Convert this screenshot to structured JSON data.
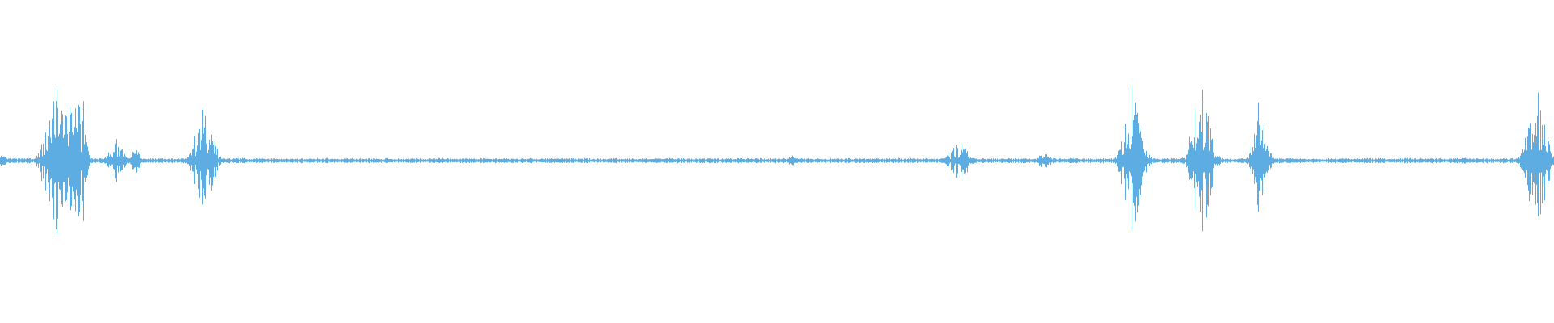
{
  "waveform": {
    "color": "#5dade2",
    "background": "#ffffff",
    "baseline_level": 0.012,
    "bursts": [
      {
        "center": 0.0,
        "spread": 0.004,
        "peak": 0.04,
        "noise": 0.6
      },
      {
        "center": 0.035,
        "spread": 0.005,
        "peak": 0.58,
        "noise": 0.85
      },
      {
        "center": 0.042,
        "spread": 0.005,
        "peak": 0.44,
        "noise": 0.85
      },
      {
        "center": 0.051,
        "spread": 0.003,
        "peak": 0.62,
        "noise": 0.9
      },
      {
        "center": 0.075,
        "spread": 0.004,
        "peak": 0.14,
        "noise": 0.8
      },
      {
        "center": 0.087,
        "spread": 0.003,
        "peak": 0.08,
        "noise": 0.8
      },
      {
        "center": 0.131,
        "spread": 0.005,
        "peak": 0.36,
        "noise": 0.85
      },
      {
        "center": 0.509,
        "spread": 0.002,
        "peak": 0.05,
        "noise": 0.8
      },
      {
        "center": 0.617,
        "spread": 0.005,
        "peak": 0.14,
        "noise": 0.85
      },
      {
        "center": 0.672,
        "spread": 0.004,
        "peak": 0.05,
        "noise": 0.8
      },
      {
        "center": 0.729,
        "spread": 0.005,
        "peak": 0.5,
        "noise": 0.85
      },
      {
        "center": 0.773,
        "spread": 0.005,
        "peak": 0.55,
        "noise": 0.85
      },
      {
        "center": 0.81,
        "spread": 0.004,
        "peak": 0.38,
        "noise": 0.85
      },
      {
        "center": 0.942,
        "spread": 0.002,
        "peak": 0.03,
        "noise": 0.7
      },
      {
        "center": 0.989,
        "spread": 0.005,
        "peak": 0.52,
        "noise": 0.85
      }
    ]
  }
}
